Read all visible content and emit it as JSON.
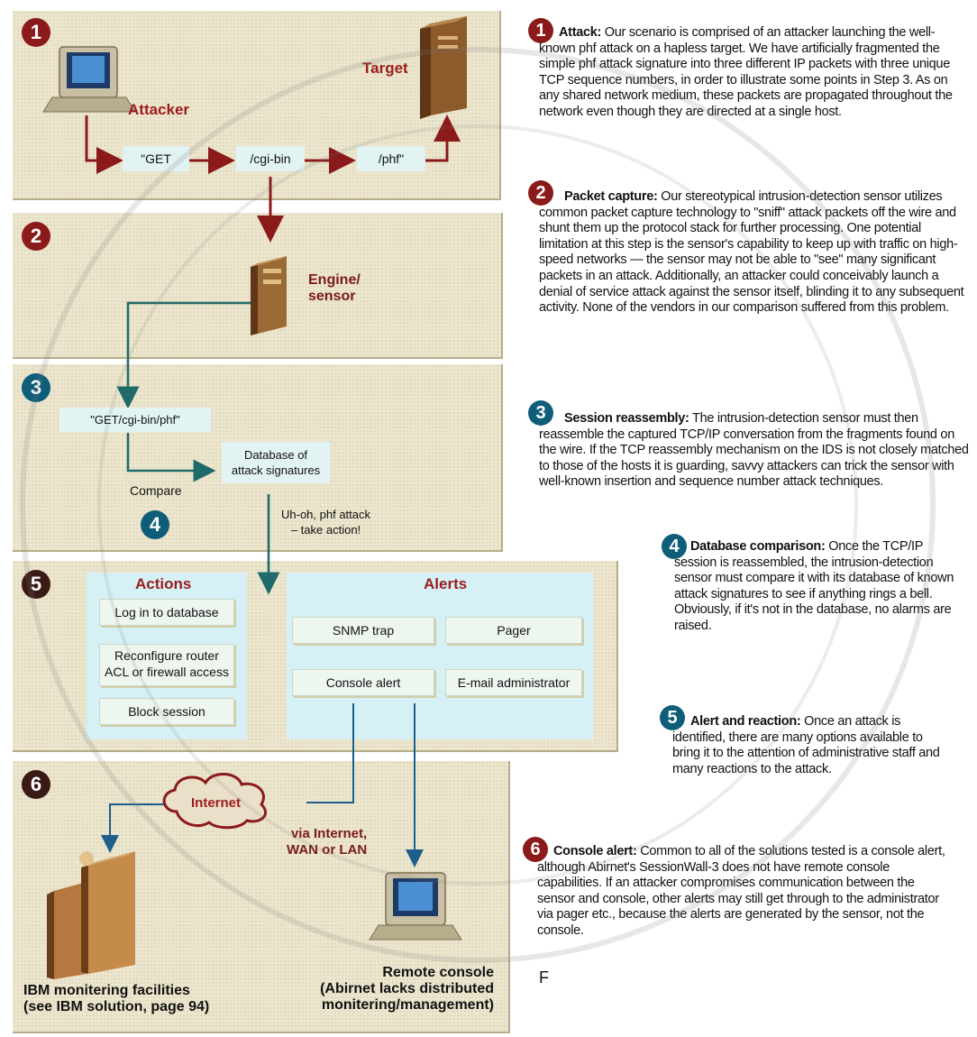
{
  "steps": {
    "n1": "1",
    "n2": "2",
    "n3": "3",
    "n4": "4",
    "n5": "5",
    "n6": "6"
  },
  "diagram": {
    "attacker": "Attacker",
    "target": "Target",
    "packet1": "\"GET",
    "packet2": "/cgi-bin",
    "packet3": "/phf\"",
    "engine_line1": "Engine/",
    "engine_line2": "sensor",
    "request": "\"GET/cgi-bin/phf\"",
    "database_line1": "Database of",
    "database_line2": "attack signatures",
    "compare": "Compare",
    "verdict_line1": "Uh-oh, phf attack",
    "verdict_line2": "– take action!",
    "actions_title": "Actions",
    "action1": "Log in to database",
    "action2_line1": "Reconfigure router",
    "action2_line2": "ACL or firewall access",
    "action3": "Block session",
    "alerts_title": "Alerts",
    "alert1": "SNMP trap",
    "alert2": "Pager",
    "alert3": "Console alert",
    "alert4": "E-mail administrator",
    "internet": "Internet",
    "via_line1": "via Internet,",
    "via_line2": "WAN or LAN",
    "ibm_line1": "IBM monitering facilities",
    "ibm_line2": "(see IBM solution, page 94)",
    "remote_line1": "Remote console",
    "remote_line2": "(Abirnet lacks distributed",
    "remote_line3": "monitering/management)"
  },
  "descriptions": [
    {
      "num": "1",
      "heading": "Attack:",
      "body": "Our scenario is comprised of an attacker launching the well-known phf attack on a hapless target. We have artificially fragmented the simple phf attack signature into three different IP packets with three unique TCP sequence numbers, in order to illustrate some points in Step 3. As on any shared network medium, these packets are propagated throughout the network even though they are directed at a single host."
    },
    {
      "num": "2",
      "heading": "Packet capture:",
      "body": "Our stereotypical intrusion-detection sensor utilizes common packet capture technology to \"sniff\" attack packets off the wire and shunt them up the protocol stack for further processing. One potential limitation at this step is the sensor's capability to keep up with traffic on high-speed networks — the sensor may not be able to \"see\" many significant packets in an attack. Additionally, an attacker could conceivably launch a denial of service attack against the sensor itself, blinding it to any subsequent activity. None of the vendors in our comparison suffered from this problem."
    },
    {
      "num": "3",
      "heading": "Session reassembly:",
      "body": "The intrusion-detection sensor must then reassemble the captured TCP/IP conversation from the fragments found on the wire. If the TCP reassembly mechanism on the IDS is not closely matched to those of the hosts it is guarding, savvy attackers can trick the sensor with well-known insertion and sequence number attack techniques."
    },
    {
      "num": "4",
      "heading": "Database comparison:",
      "body": "Once the TCP/IP session is reassembled, the intrusion-detection sensor must compare it with its database of known attack signatures to see if anything rings a bell. Obviously, if it's not in the database, no alarms are raised."
    },
    {
      "num": "5",
      "heading": "Alert and reaction:",
      "body": "Once an attack is identified, there are many options available to bring it to the attention of administrative staff and many reactions to the attack."
    },
    {
      "num": "6",
      "heading": "Console alert:",
      "body": "Common to all of the solutions tested is a console alert, although Abirnet's SessionWall-3 does not have remote console capabilities. If an attacker compromises communication between the sensor and console, other alerts may still get through to the administrator via pager etc., because the alerts are generated by the sensor, not the console."
    }
  ],
  "footer_mark": "F",
  "colors": {
    "dark_red": "#8b1a1a",
    "teal": "#0f5d78",
    "panel": "#ece6cf",
    "cyan_box": "#d8f3f6"
  }
}
